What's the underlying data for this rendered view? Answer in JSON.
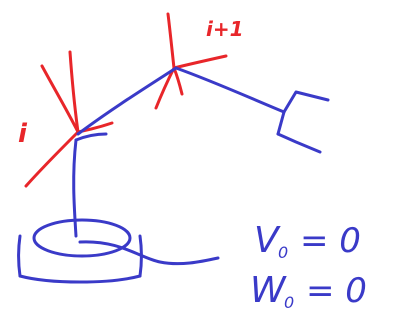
{
  "labels": {
    "frame_i": "i",
    "frame_i_plus_1": "i+1"
  },
  "equations": {
    "v0_lhs": "V",
    "v0_sub": "0",
    "v0_rhs": "= 0",
    "w0_lhs": "W",
    "w0_sub": "0",
    "w0_rhs": "= 0"
  },
  "colors": {
    "robot_ink": "#3a3ac8",
    "frame_ink": "#e8262a",
    "background": "#ffffff"
  }
}
